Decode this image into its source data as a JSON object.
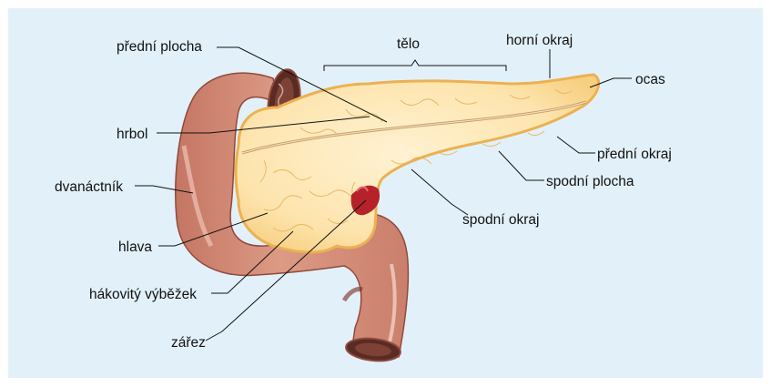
{
  "labels": {
    "predni_plocha": "přední plocha",
    "telo": "tělo",
    "horni_okraj": "horní okraj",
    "ocas": "ocas",
    "hrbol": "hrbol",
    "dvanactnik": "dvanáctník",
    "predni_okraj": "přední okraj",
    "spodni_plocha": "spodní plocha",
    "spodni_okraj": "spodní okraj",
    "hlava": "hlava",
    "hakovity_vybezek": "hákovitý výběžek",
    "zarez": "zářez"
  },
  "colors": {
    "background": "#e2f1f9",
    "pancreas": "#fde7b4",
    "pancreas_edge": "#f1bd5c",
    "duodenum": "#d9917c",
    "duodenum_dark": "#a5513f",
    "vessel": "#b5222a"
  }
}
